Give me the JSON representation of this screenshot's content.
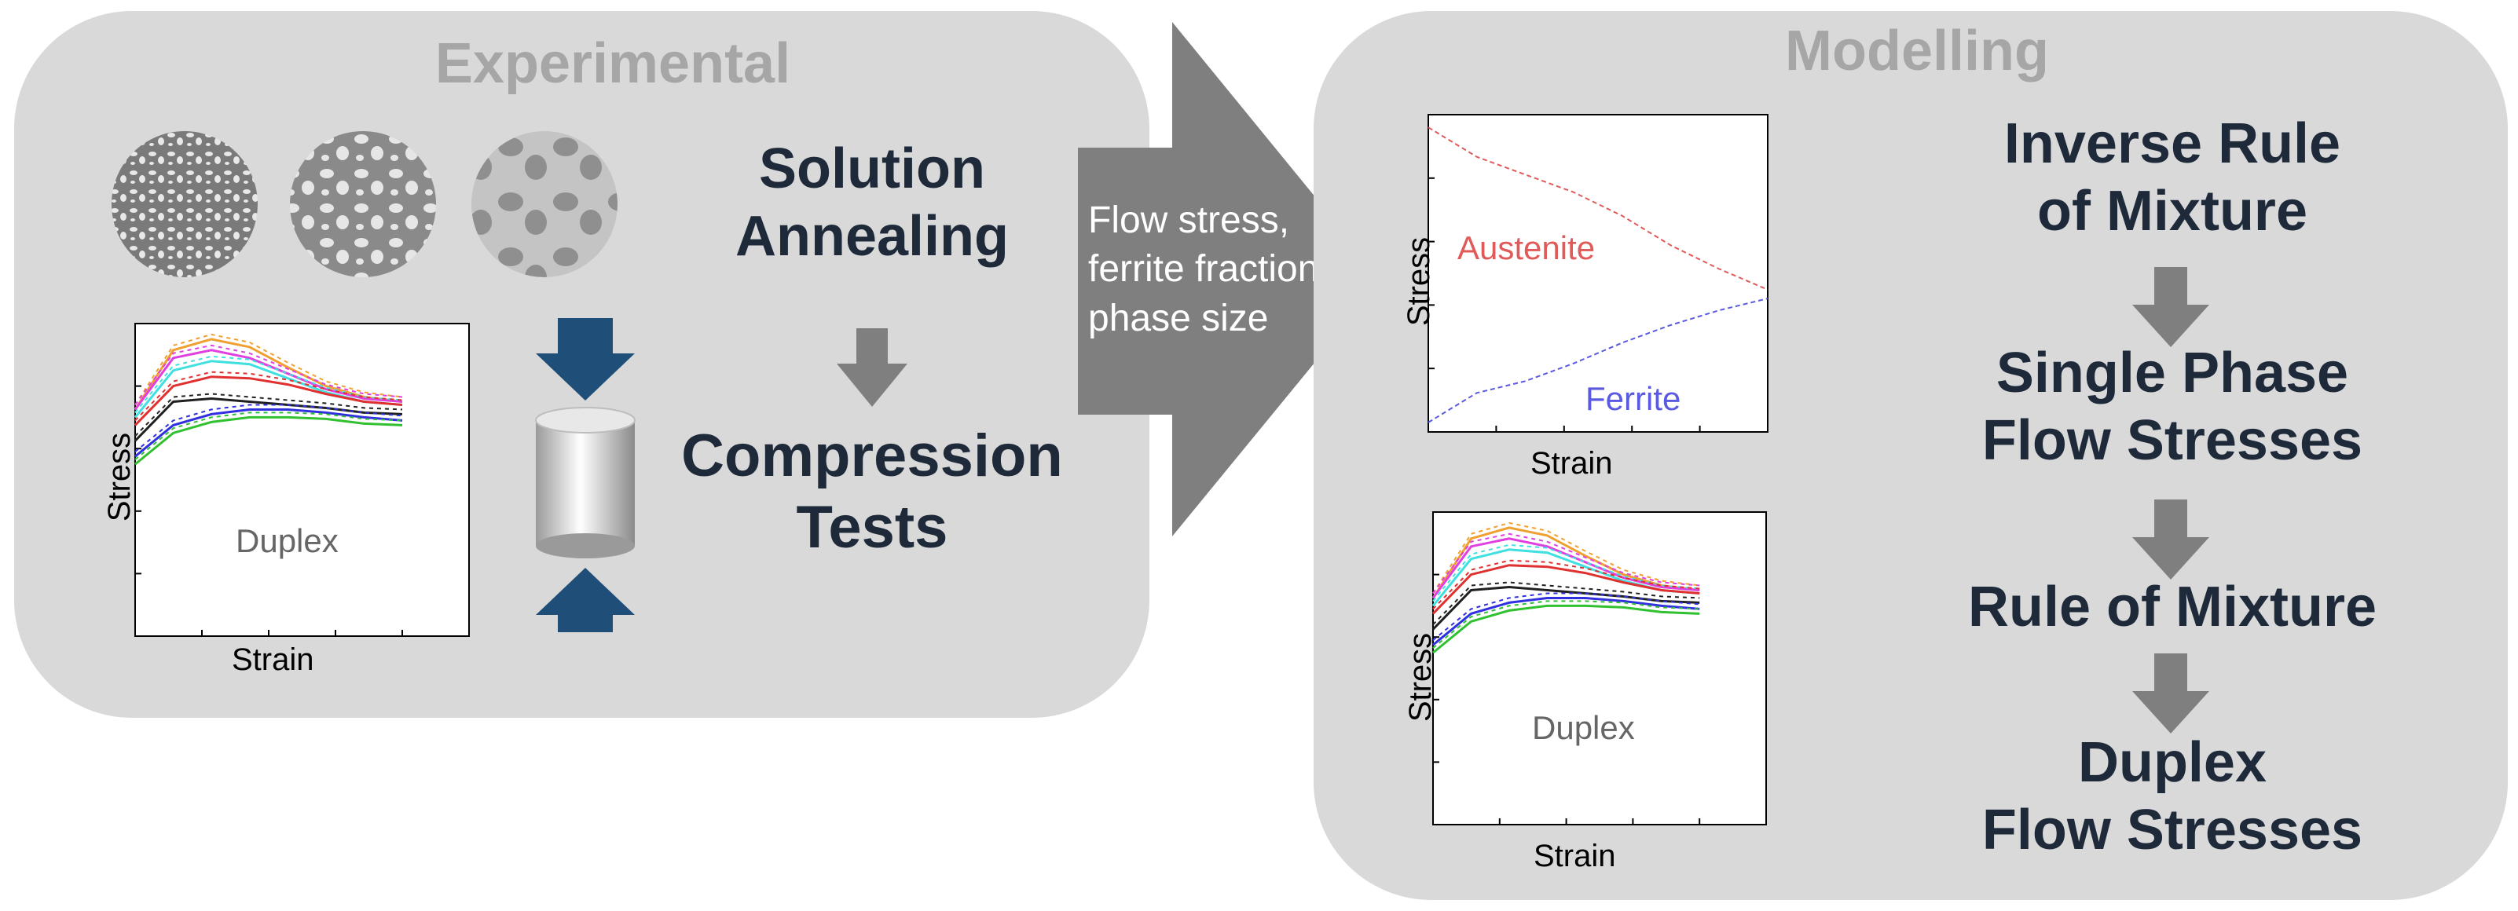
{
  "experimental": {
    "title": "Experimental",
    "solution_line1": "Solution",
    "solution_line2": "Annealing",
    "compression_line1": "Compression",
    "compression_line2": "Tests",
    "plot": {
      "xlabel": "Strain",
      "ylabel": "Stress",
      "label": "Duplex"
    }
  },
  "arrow": {
    "line1": "Flow stress,",
    "line2": "ferrite fraction,",
    "line3": "phase size"
  },
  "modelling": {
    "title": "Modelling",
    "plot_top": {
      "xlabel": "Strain",
      "ylabel": "Stress",
      "label_austenite": "Austenite",
      "label_ferrite": "Ferrite"
    },
    "plot_bottom": {
      "xlabel": "Strain",
      "ylabel": "Stress",
      "label": "Duplex"
    },
    "steps": {
      "s1_line1": "Inverse Rule",
      "s1_line2": "of Mixture",
      "s2_line1": "Single Phase",
      "s2_line2": "Flow Stresses",
      "s3": "Rule of Mixture",
      "s4_line1": "Duplex",
      "s4_line2": "Flow Stresses"
    }
  },
  "colors": {
    "panel": "#d9d9d9",
    "panel_title": "#a6a6a6",
    "dark_text": "#1e2a3a",
    "gray_arrow": "#7f7f7f",
    "blue_arrow": "#1f4e79",
    "austenite": "#e05a5a",
    "ferrite": "#5a5ae0"
  },
  "chart_data": [
    {
      "type": "line",
      "xlabel": "Strain",
      "ylabel": "Stress",
      "annotation": "Duplex",
      "series": [
        {
          "color": "#f0a030",
          "values": [
            0.55,
            0.93,
            1.0,
            0.95,
            0.82,
            0.7,
            0.63,
            0.6
          ]
        },
        {
          "color": "#e040e0",
          "values": [
            0.55,
            0.88,
            0.93,
            0.88,
            0.78,
            0.68,
            0.62,
            0.6
          ]
        },
        {
          "color": "#40e0e0",
          "values": [
            0.5,
            0.8,
            0.86,
            0.84,
            0.75,
            0.66,
            0.6,
            0.58
          ]
        },
        {
          "color": "#e03030",
          "values": [
            0.45,
            0.7,
            0.76,
            0.75,
            0.71,
            0.65,
            0.6,
            0.58
          ]
        },
        {
          "color": "#202020",
          "values": [
            0.35,
            0.6,
            0.62,
            0.6,
            0.58,
            0.56,
            0.53,
            0.52
          ]
        },
        {
          "color": "#3030e0",
          "values": [
            0.25,
            0.45,
            0.52,
            0.55,
            0.55,
            0.53,
            0.5,
            0.48
          ]
        },
        {
          "color": "#30c030",
          "values": [
            0.2,
            0.4,
            0.47,
            0.5,
            0.5,
            0.49,
            0.46,
            0.45
          ]
        }
      ]
    },
    {
      "type": "line",
      "xlabel": "Strain",
      "ylabel": "Stress",
      "series": [
        {
          "name": "Austenite",
          "color": "#e05a5a",
          "values": [
            1.0,
            0.9,
            0.84,
            0.78,
            0.7,
            0.6,
            0.52,
            0.45
          ]
        },
        {
          "name": "Ferrite",
          "color": "#5a5ae0",
          "values": [
            0.0,
            0.1,
            0.14,
            0.2,
            0.27,
            0.33,
            0.38,
            0.42
          ]
        }
      ]
    },
    {
      "type": "line",
      "xlabel": "Strain",
      "ylabel": "Stress",
      "annotation": "Duplex",
      "series": [
        {
          "color": "#f0a030",
          "values": [
            0.55,
            0.93,
            1.0,
            0.95,
            0.82,
            0.7,
            0.63,
            0.6
          ]
        },
        {
          "color": "#e040e0",
          "values": [
            0.55,
            0.88,
            0.93,
            0.88,
            0.78,
            0.68,
            0.62,
            0.6
          ]
        },
        {
          "color": "#40e0e0",
          "values": [
            0.5,
            0.8,
            0.86,
            0.84,
            0.75,
            0.66,
            0.6,
            0.58
          ]
        },
        {
          "color": "#e03030",
          "values": [
            0.45,
            0.7,
            0.76,
            0.75,
            0.71,
            0.65,
            0.6,
            0.58
          ]
        },
        {
          "color": "#202020",
          "values": [
            0.35,
            0.6,
            0.62,
            0.6,
            0.58,
            0.56,
            0.53,
            0.52
          ]
        },
        {
          "color": "#3030e0",
          "values": [
            0.25,
            0.45,
            0.52,
            0.55,
            0.55,
            0.53,
            0.5,
            0.48
          ]
        },
        {
          "color": "#30c030",
          "values": [
            0.2,
            0.4,
            0.47,
            0.5,
            0.5,
            0.49,
            0.46,
            0.45
          ]
        }
      ]
    }
  ]
}
